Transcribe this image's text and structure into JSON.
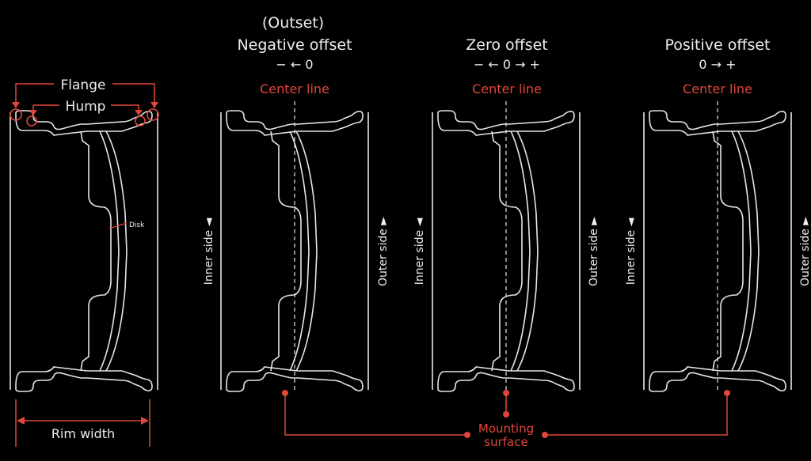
{
  "colors": {
    "background": "#000000",
    "line": "#e6e6e6",
    "accent": "#e0473a",
    "text": "#ededed"
  },
  "anatomy": {
    "flange_label": "Flange",
    "hump_label": "Hump",
    "disk_label": "Disk",
    "rim_width_label": "Rim width"
  },
  "panels": [
    {
      "id": "negative",
      "title_top": "(Outset)",
      "title": "Negative offset",
      "scale": "− ← 0",
      "center_label": "Center line",
      "inner_label": "Inner side ◄",
      "outer_label": "Outer side ►"
    },
    {
      "id": "zero",
      "title_top": "",
      "title": "Zero offset",
      "scale": "− ← 0 → +",
      "center_label": "Center line",
      "inner_label": "Inner side ◄",
      "outer_label": "Outer side ►"
    },
    {
      "id": "positive",
      "title_top": "",
      "title": "Positive offset",
      "scale": "0 → +",
      "center_label": "Center line",
      "inner_label": "Inner side ◄",
      "outer_label": "Outer side ►"
    }
  ],
  "mounting": {
    "line1": "Mounting",
    "line2": "surface"
  }
}
